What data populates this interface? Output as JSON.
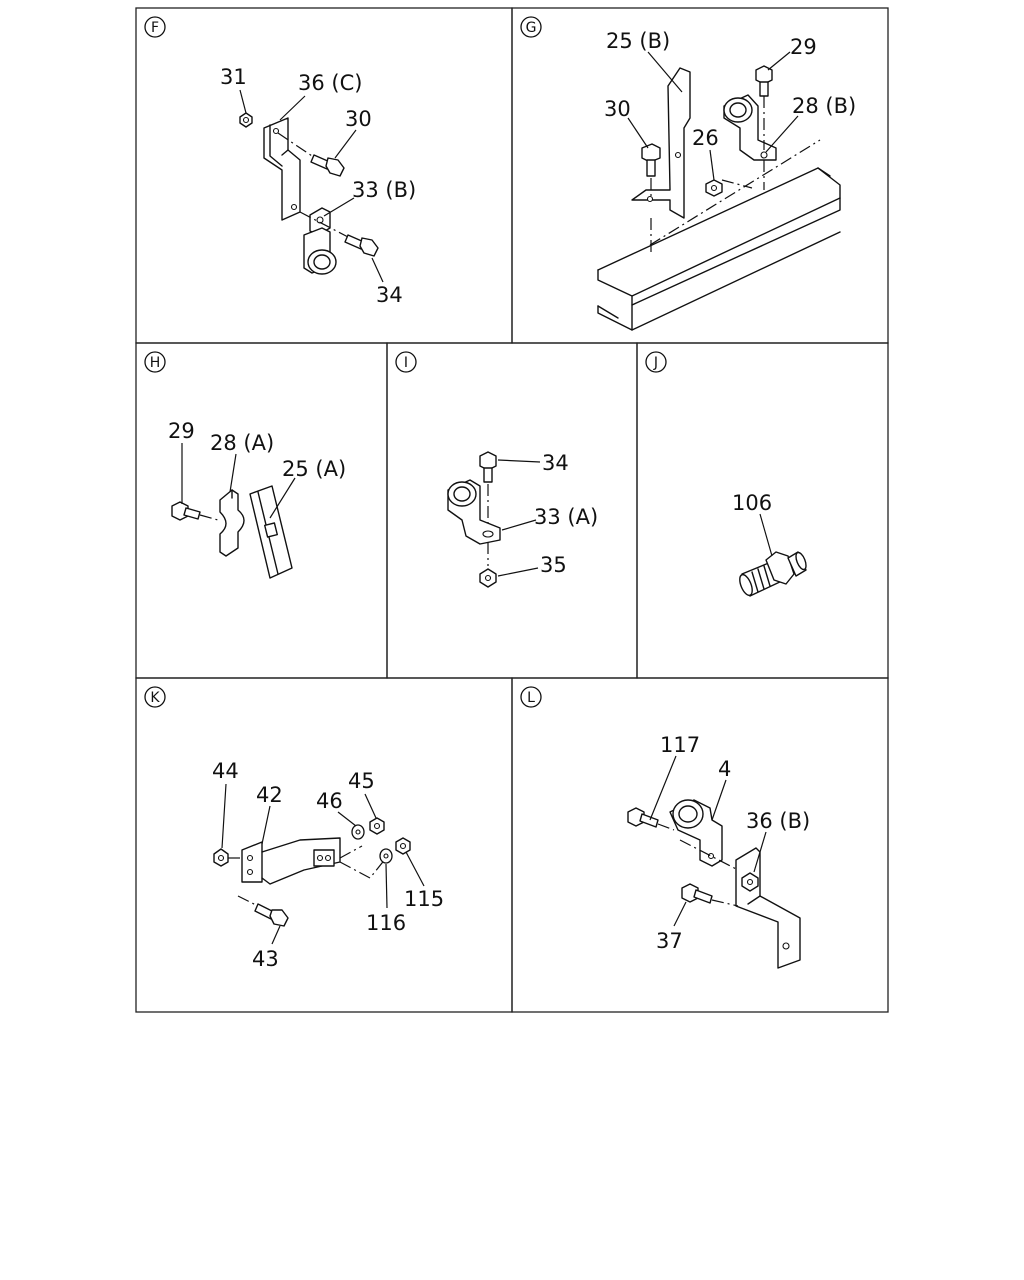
{
  "panels": [
    {
      "letter": "F",
      "labels": [
        "31",
        "36 (C)",
        "30",
        "33 (B)",
        "34"
      ]
    },
    {
      "letter": "G",
      "labels": [
        "25 (B)",
        "29",
        "30",
        "26",
        "28 (B)"
      ]
    },
    {
      "letter": "H",
      "labels": [
        "29",
        "28 (A)",
        "25 (A)"
      ]
    },
    {
      "letter": "I",
      "labels": [
        "34",
        "33 (A)",
        "35"
      ]
    },
    {
      "letter": "J",
      "labels": [
        "106"
      ]
    },
    {
      "letter": "K",
      "labels": [
        "44",
        "42",
        "46",
        "45",
        "43",
        "116",
        "115"
      ]
    },
    {
      "letter": "L",
      "labels": [
        "117",
        "4",
        "36 (B)",
        "37"
      ]
    }
  ]
}
